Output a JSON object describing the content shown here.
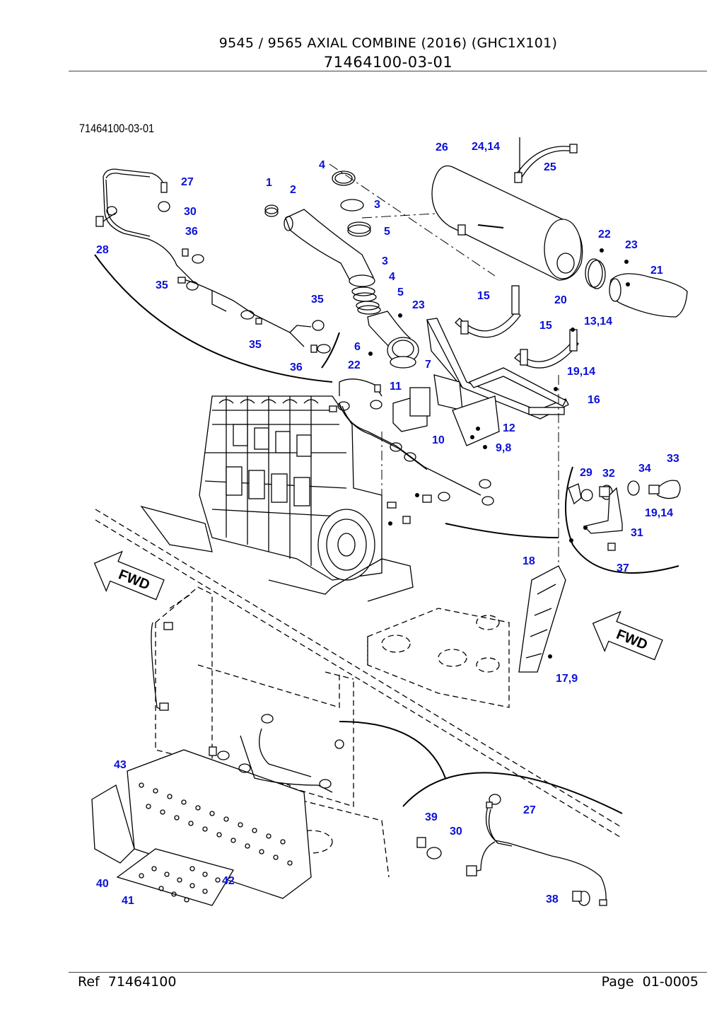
{
  "header": {
    "title": "9545 / 9565 AXIAL COMBINE (2016) (GHC1X101)",
    "code": "71464100-03-01"
  },
  "diagram": {
    "id_label": "71464100-03-01",
    "fwd_label": "FWD",
    "callouts": [
      {
        "key": "c1",
        "text": "1"
      },
      {
        "key": "c2",
        "text": "2"
      },
      {
        "key": "c3a",
        "text": "3"
      },
      {
        "key": "c4a",
        "text": "4"
      },
      {
        "key": "c5a",
        "text": "5"
      },
      {
        "key": "c3b",
        "text": "3"
      },
      {
        "key": "c4b",
        "text": "4"
      },
      {
        "key": "c5b",
        "text": "5"
      },
      {
        "key": "c6",
        "text": "6"
      },
      {
        "key": "c7",
        "text": "7"
      },
      {
        "key": "c98",
        "text": "9,8"
      },
      {
        "key": "c10",
        "text": "10"
      },
      {
        "key": "c11",
        "text": "11"
      },
      {
        "key": "c12",
        "text": "12"
      },
      {
        "key": "c1314",
        "text": "13,14"
      },
      {
        "key": "c15a",
        "text": "15"
      },
      {
        "key": "c15b",
        "text": "15"
      },
      {
        "key": "c16",
        "text": "16"
      },
      {
        "key": "c179",
        "text": "17,9"
      },
      {
        "key": "c18",
        "text": "18"
      },
      {
        "key": "c1914a",
        "text": "19,14"
      },
      {
        "key": "c1914b",
        "text": "19,14"
      },
      {
        "key": "c20",
        "text": "20"
      },
      {
        "key": "c21",
        "text": "21"
      },
      {
        "key": "c22a",
        "text": "22"
      },
      {
        "key": "c22b",
        "text": "22"
      },
      {
        "key": "c23a",
        "text": "23"
      },
      {
        "key": "c23b",
        "text": "23"
      },
      {
        "key": "c2414",
        "text": "24,14"
      },
      {
        "key": "c25",
        "text": "25"
      },
      {
        "key": "c26",
        "text": "26"
      },
      {
        "key": "c27a",
        "text": "27"
      },
      {
        "key": "c27b",
        "text": "27"
      },
      {
        "key": "c28",
        "text": "28"
      },
      {
        "key": "c29",
        "text": "29"
      },
      {
        "key": "c30a",
        "text": "30"
      },
      {
        "key": "c30b",
        "text": "30"
      },
      {
        "key": "c31",
        "text": "31"
      },
      {
        "key": "c32",
        "text": "32"
      },
      {
        "key": "c33",
        "text": "33"
      },
      {
        "key": "c34",
        "text": "34"
      },
      {
        "key": "c35a",
        "text": "35"
      },
      {
        "key": "c35b",
        "text": "35"
      },
      {
        "key": "c35c",
        "text": "35"
      },
      {
        "key": "c36a",
        "text": "36"
      },
      {
        "key": "c36b",
        "text": "36"
      },
      {
        "key": "c37",
        "text": "37"
      },
      {
        "key": "c38",
        "text": "38"
      },
      {
        "key": "c39",
        "text": "39"
      },
      {
        "key": "c40",
        "text": "40"
      },
      {
        "key": "c41",
        "text": "41"
      },
      {
        "key": "c42",
        "text": "42"
      },
      {
        "key": "c43",
        "text": "43"
      }
    ]
  },
  "footer": {
    "ref_label": "Ref",
    "ref_value": "71464100",
    "page_label": "Page",
    "page_value": "01-0005"
  }
}
